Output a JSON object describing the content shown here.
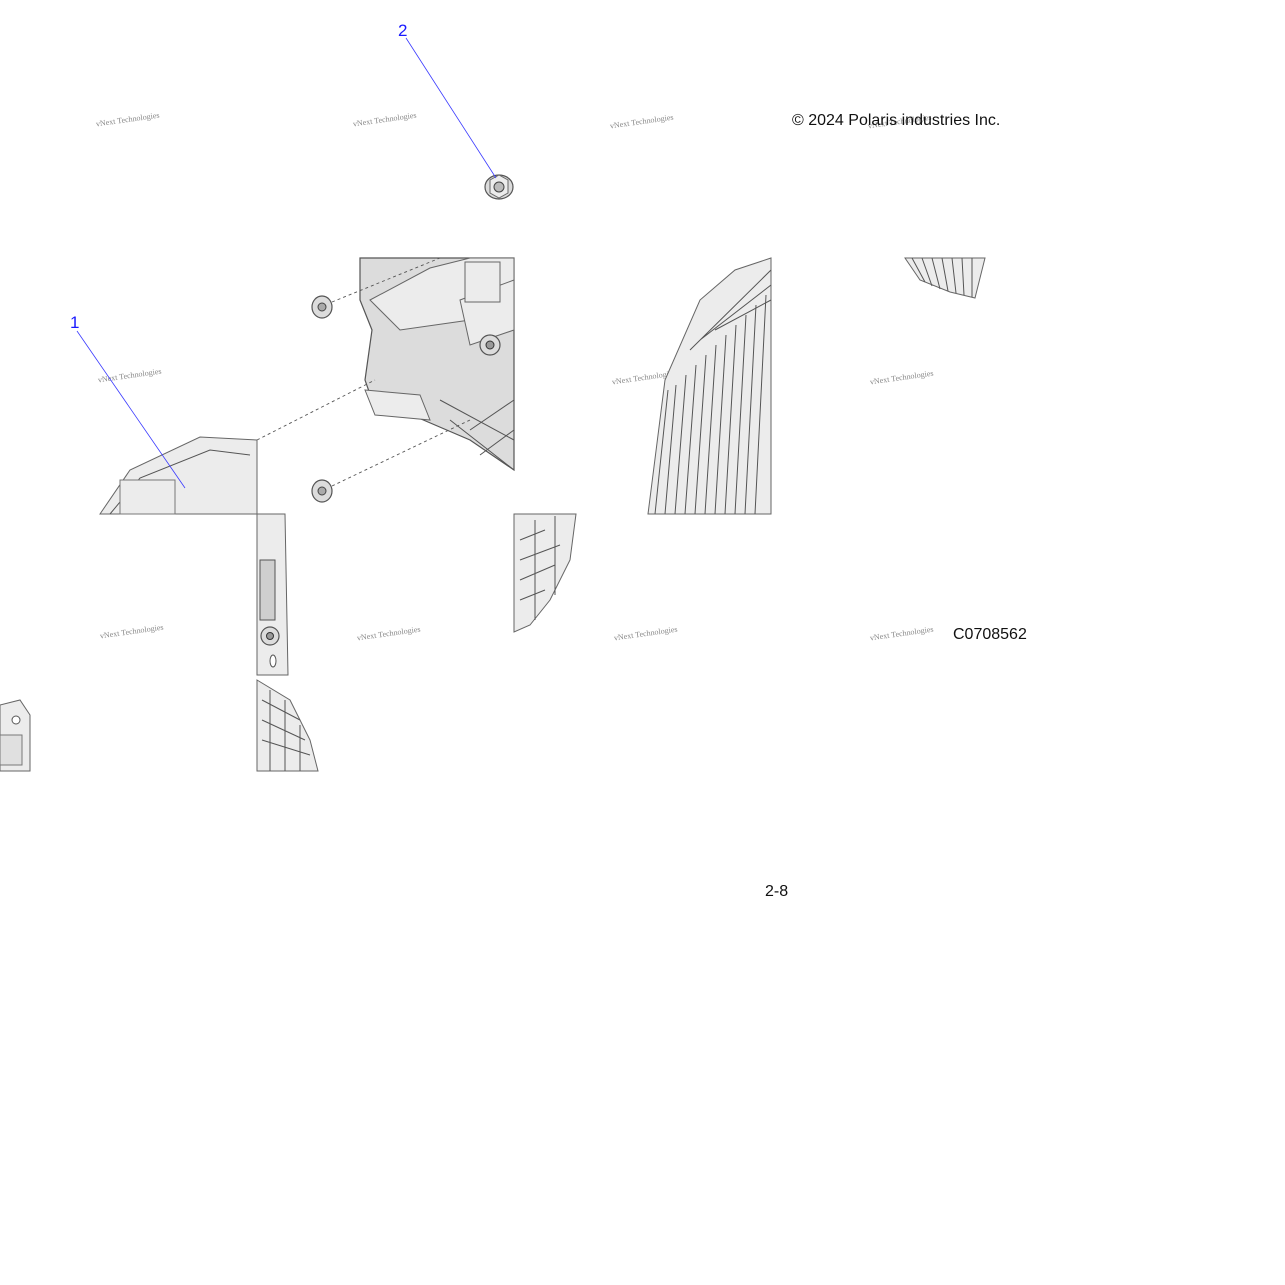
{
  "copyright": "© 2024 Polaris industries Inc.",
  "figure_code": "C0708562",
  "page_number": "2-8",
  "watermark": "vNext Technologies",
  "callouts": [
    {
      "label": "1"
    },
    {
      "label": "2"
    }
  ],
  "colors": {
    "callout": "#1a1aff",
    "part_fill": "#dcdcdc",
    "outline": "#555555"
  }
}
